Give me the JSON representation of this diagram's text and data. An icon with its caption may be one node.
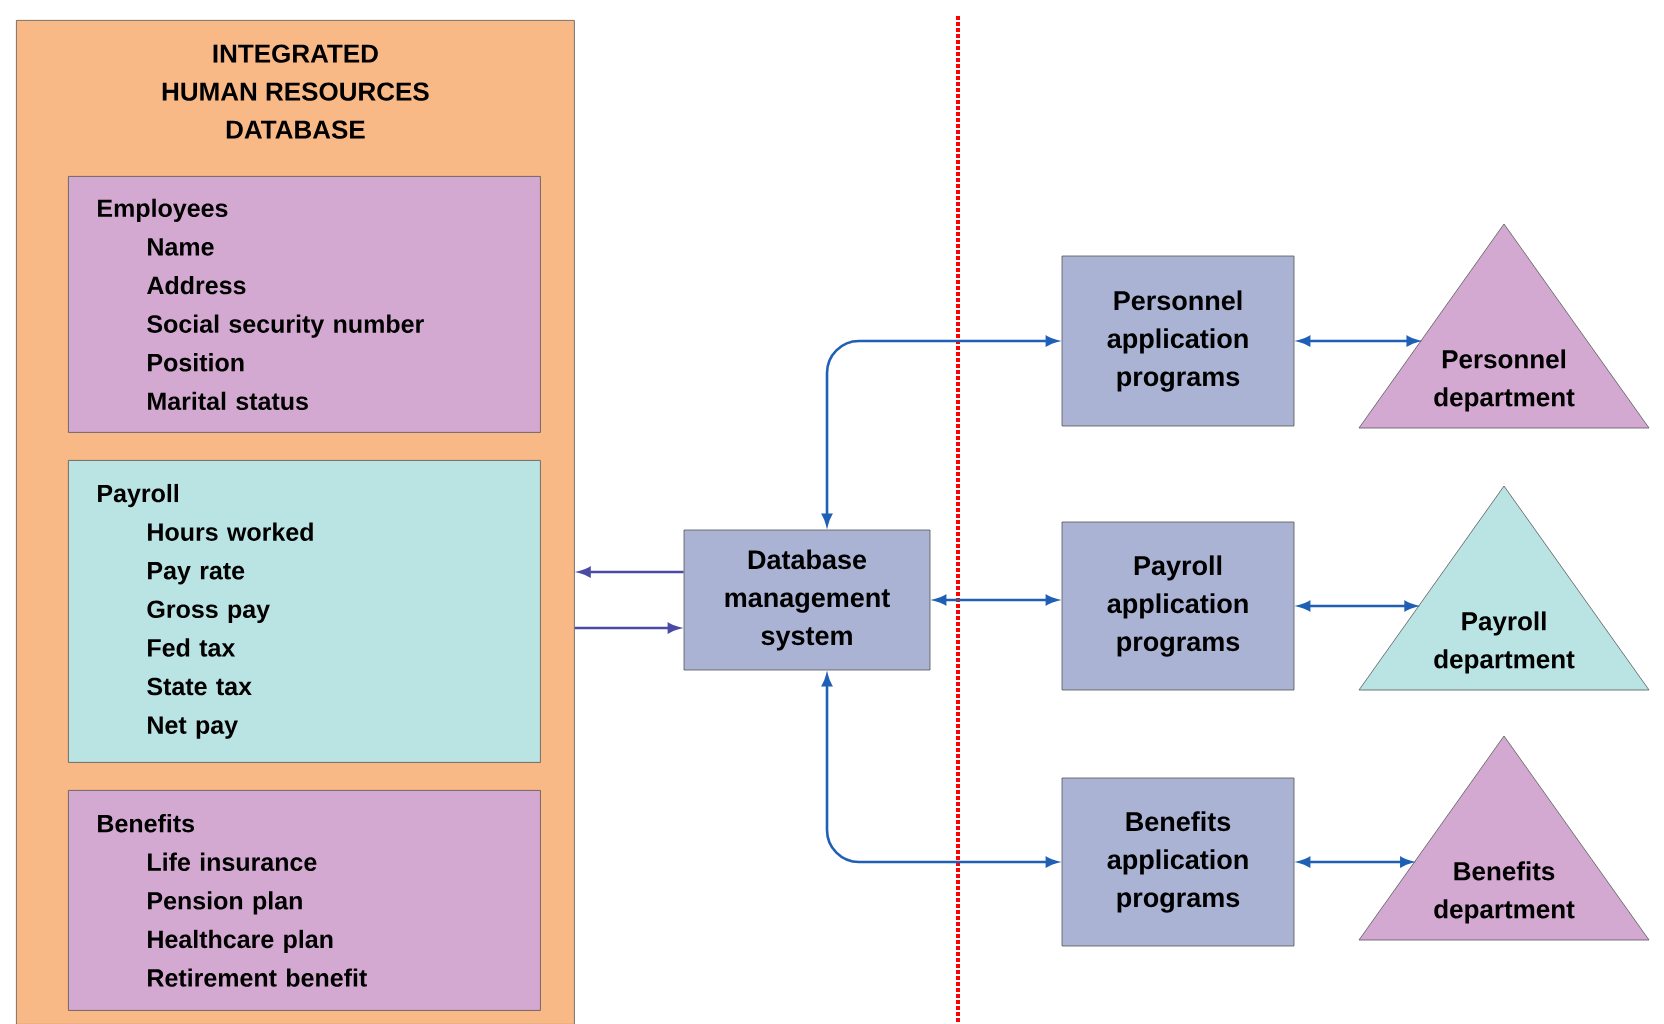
{
  "diagram": {
    "nodes": [
      {
        "text": [
          "INTEGRATED HUMAN RESOURCES DATABASE"
        ]
      },
      {
        "text": [
          "Employees",
          "Name",
          "Address",
          "Social security number",
          "Position",
          "Marital status"
        ],
        "in": 0
      },
      {
        "text": [
          "Payroll",
          "Hours worked",
          "Pay rate",
          "Gross pay",
          "Fed tax",
          "State tax",
          "Net pay"
        ],
        "in": 0
      },
      {
        "text": [
          "Benefits",
          "Life insurance",
          "Pension plan",
          "Healthcare plan",
          "Retirement benefit"
        ],
        "in": 0
      },
      {
        "text": [
          "Database management system"
        ]
      },
      {
        "text": [
          "Personnel application programs"
        ]
      },
      {
        "text": [
          "Payroll application programs"
        ]
      },
      {
        "text": [
          "Benefits application programs"
        ]
      },
      {
        "text": [
          "Personnel department"
        ]
      },
      {
        "text": [
          "Payroll department"
        ]
      },
      {
        "text": [
          "Benefits department"
        ]
      }
    ],
    "edges": [
      {
        "from": 4,
        "to": 0,
        "arrow": "to",
        "color": "#4b4ba6"
      },
      {
        "from": 0,
        "to": 4,
        "arrow": "to",
        "color": "#4b4ba6"
      },
      {
        "from": 4,
        "to": 5,
        "arrow": "both"
      },
      {
        "from": 4,
        "to": 6,
        "arrow": "both"
      },
      {
        "from": 4,
        "to": 7,
        "arrow": "both"
      },
      {
        "from": 5,
        "to": 8,
        "arrow": "both"
      },
      {
        "from": 6,
        "to": 9,
        "arrow": "both"
      },
      {
        "from": 7,
        "to": 10,
        "arrow": "both"
      }
    ]
  }
}
